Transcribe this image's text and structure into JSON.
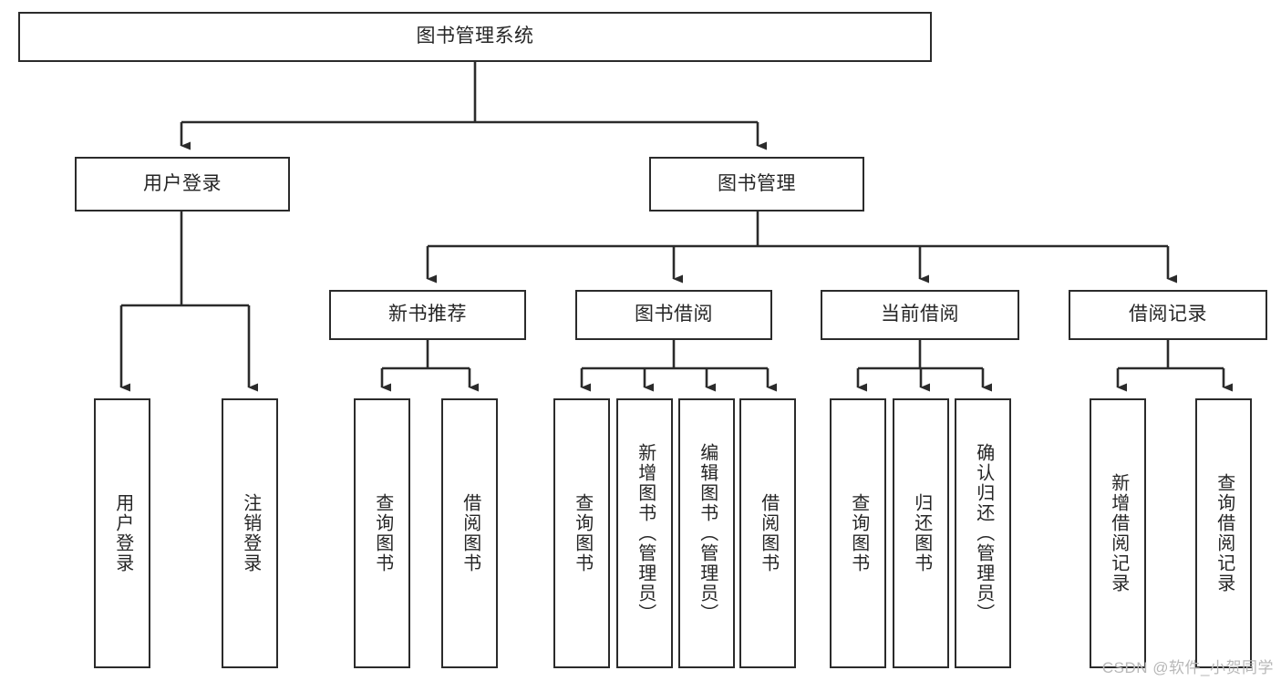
{
  "diagram": {
    "title": "图书管理系统",
    "watermark": "CSDN @软件_小贺同学",
    "line_color": "#2b2b2b",
    "box_fill": "#ffffff",
    "text_color": "#262626",
    "nodes": {
      "root": {
        "label": "图书管理系统"
      },
      "user_login": {
        "label": "用户登录"
      },
      "book_manage": {
        "label": "图书管理"
      },
      "new_book_rec": {
        "label": "新书推荐"
      },
      "book_borrow": {
        "label": "图书借阅"
      },
      "current_borrow": {
        "label": "当前借阅"
      },
      "borrow_record": {
        "label": "借阅记录"
      },
      "leaf_user_login": {
        "label": "用户登录"
      },
      "leaf_logout": {
        "label": "注销登录"
      },
      "leaf_query_book_1": {
        "label": "查询图书"
      },
      "leaf_borrow_book_1": {
        "label": "借阅图书"
      },
      "leaf_query_book_2": {
        "label": "查询图书"
      },
      "leaf_add_book": {
        "label": "新增图书（管理员）"
      },
      "leaf_edit_book": {
        "label": "编辑图书（管理员）"
      },
      "leaf_borrow_book_2": {
        "label": "借阅图书"
      },
      "leaf_query_book_3": {
        "label": "查询图书"
      },
      "leaf_return_book": {
        "label": "归还图书"
      },
      "leaf_confirm_return": {
        "label": "确认归还（管理员）"
      },
      "leaf_add_record": {
        "label": "新增借阅记录"
      },
      "leaf_query_record": {
        "label": "查询借阅记录"
      }
    }
  }
}
